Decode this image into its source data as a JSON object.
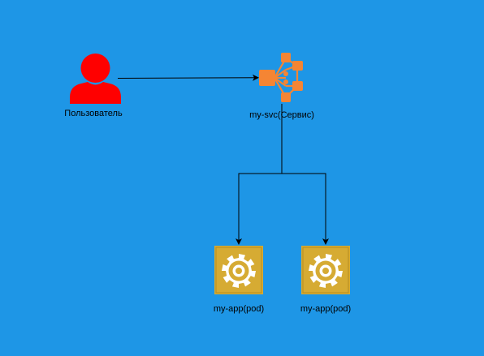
{
  "diagram": {
    "background": "#1e96e6",
    "nodes": {
      "user": {
        "label": "Пользователь",
        "icon": "user-icon",
        "color": "#ff0000"
      },
      "service": {
        "label": "my-svc(Сервис)",
        "icon": "network-load-balancer-icon",
        "color": "#f58534"
      },
      "pod_1": {
        "label": "my-app(pod)",
        "icon": "gear-icon",
        "color": "#d6ab33"
      },
      "pod_2": {
        "label": "my-app(pod)",
        "icon": "gear-icon",
        "color": "#d6ab33"
      }
    },
    "edges": [
      {
        "from": "user",
        "to": "service"
      },
      {
        "from": "service",
        "to": "pod_1"
      },
      {
        "from": "service",
        "to": "pod_2"
      }
    ]
  }
}
